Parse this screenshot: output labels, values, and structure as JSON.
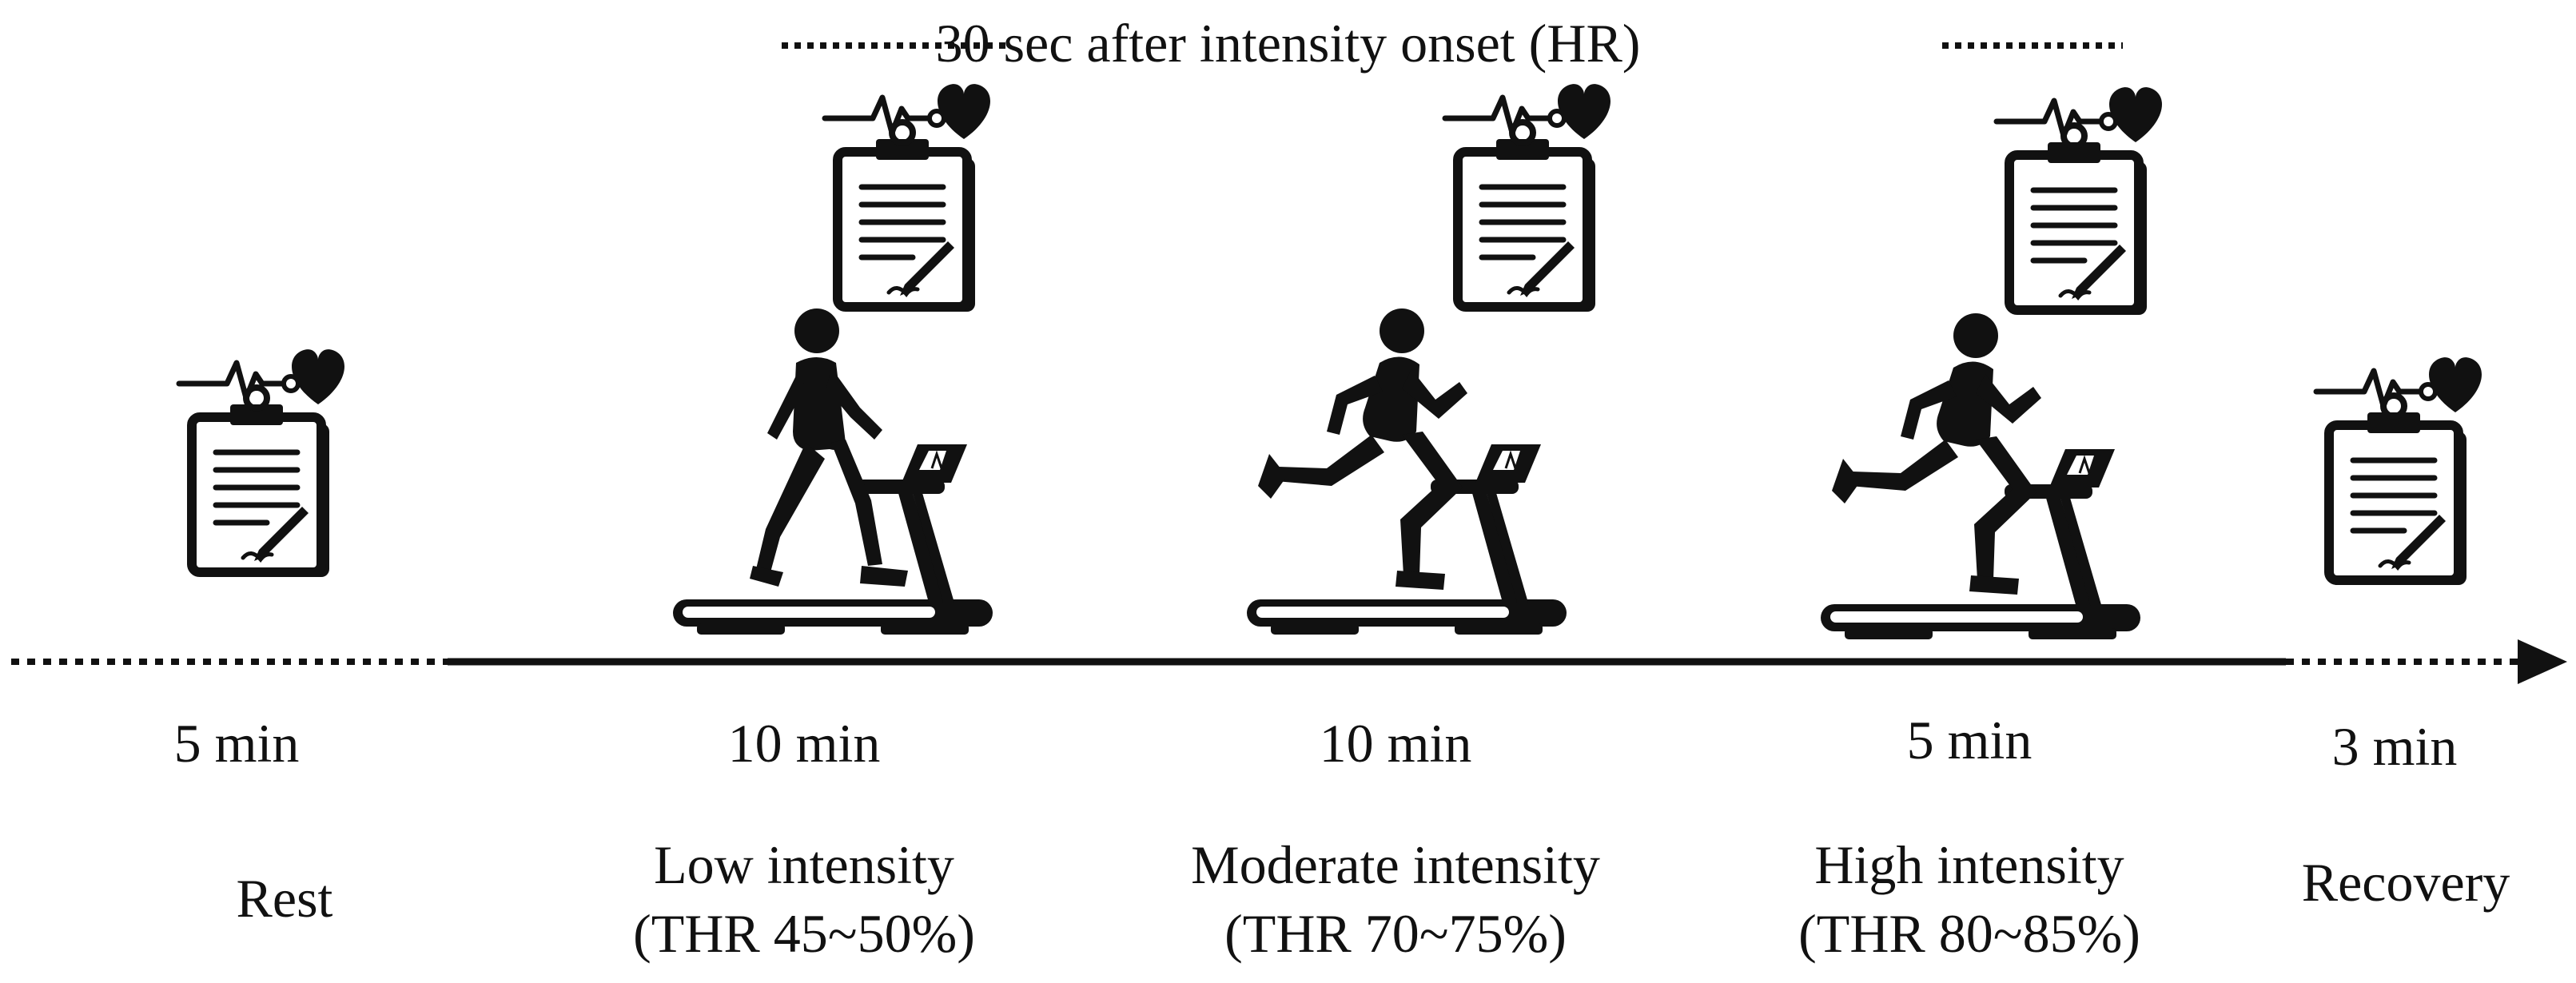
{
  "header": {
    "title": "30 sec after intensity onset (HR)"
  },
  "stages": [
    {
      "id": "rest",
      "duration": "5 min",
      "name": "Rest",
      "detail": "",
      "activity": "none"
    },
    {
      "id": "low",
      "duration": "10 min",
      "name": "Low intensity",
      "detail": "(THR 45~50%)",
      "activity": "walking"
    },
    {
      "id": "moderate",
      "duration": "10 min",
      "name": "Moderate intensity",
      "detail": "(THR 70~75%)",
      "activity": "running"
    },
    {
      "id": "high",
      "duration": "5 min",
      "name": "High intensity",
      "detail": "(THR 80~85%)",
      "activity": "running"
    },
    {
      "id": "recovery",
      "duration": "3 min",
      "name": "Recovery",
      "detail": "",
      "activity": "none"
    }
  ],
  "icons": {
    "record": "clipboard-heartbeat-icon",
    "walk": "treadmill-walker-icon",
    "run": "treadmill-runner-icon"
  },
  "colors": {
    "ink": "#111111",
    "background": "#ffffff"
  }
}
